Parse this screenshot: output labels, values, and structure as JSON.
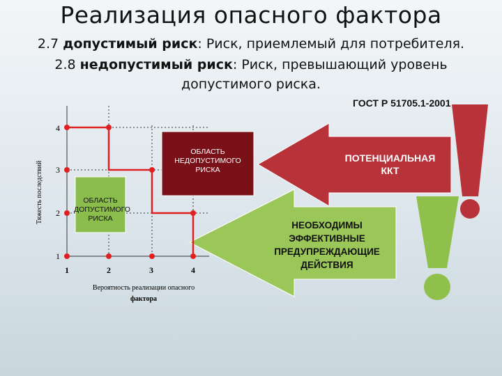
{
  "title": "Реализация опасного фактора",
  "line1": {
    "prefix": "2.7 ",
    "bold": "допустимый риск",
    "rest": ": Риск, приемлемый для потребителя."
  },
  "line2": {
    "prefix": "2.8 ",
    "bold": "недопустимый риск",
    "rest": ": Риск, превышающий уровень"
  },
  "line3": "допустимого риска.",
  "gost": "ГОСТ Р 51705.1-2001",
  "chart": {
    "ylabel": "Тяжесть последствий",
    "xlabel_line1": "Вероятность реализации опасного",
    "xlabel_line2": "фактора",
    "xticks": [
      "1",
      "2",
      "3",
      "4"
    ],
    "yticks": [
      "1",
      "2",
      "3",
      "4"
    ]
  },
  "boxes": {
    "unacceptable": {
      "l1": "ОБЛАСТЬ",
      "l2": "НЕДОПУСТИМОГО",
      "l3": "РИСКА",
      "color": "#7a1018"
    },
    "acceptable": {
      "l1": "ОБЛАСТЬ",
      "l2": "ДОПУСТИМОГО",
      "l3": "РИСКА",
      "color": "#8bbd4c"
    }
  },
  "arrows": {
    "red": {
      "l1": "ПОТЕНЦИАЛЬНАЯ",
      "l2": "ККТ",
      "color": "#b8323a"
    },
    "green": {
      "l1": "НЕОБХОДИМЫ",
      "l2": "ЭФФЕКТИВНЫЕ",
      "l3": "ПРЕДУПРЕЖДАЮЩИЕ",
      "l4": "ДЕЙСТВИЯ",
      "color": "#9bc658"
    }
  },
  "exclamations": {
    "red": "#b8323a",
    "green": "#8fc04c"
  },
  "boundary_color": "#e02020"
}
